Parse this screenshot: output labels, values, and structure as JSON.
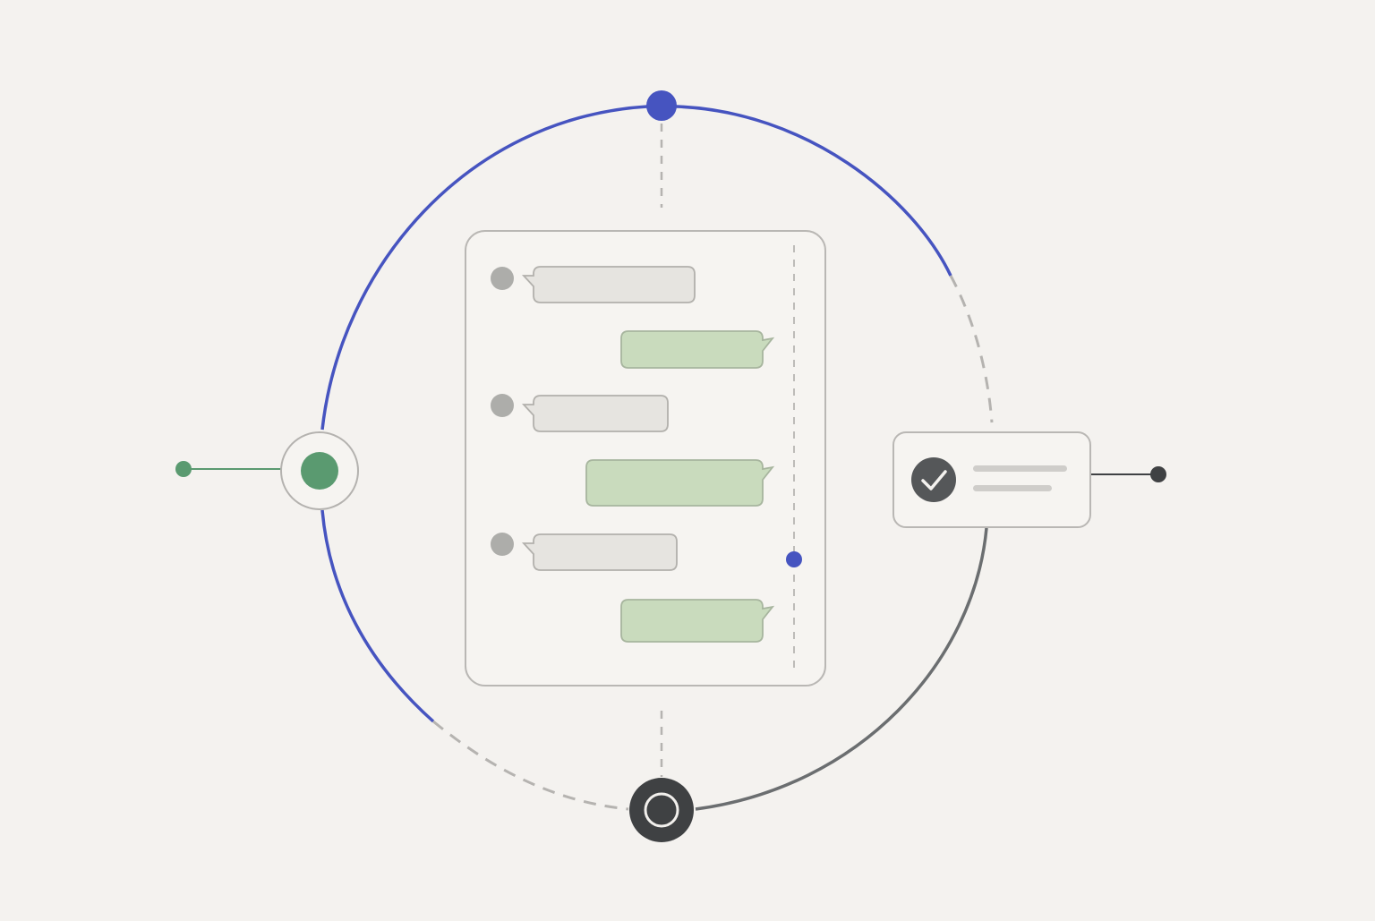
{
  "colors": {
    "background": "#f4f2ef",
    "blue_accent": "#4654c0",
    "green_accent": "#5a9a70",
    "dark_gray": "#555759",
    "panel_border": "#b9b7b4",
    "panel_fill": "#f6f4f1",
    "incoming_bubble": "#e6e4e0",
    "incoming_border": "#b2b0ac",
    "outgoing_bubble": "#c9dbbd",
    "outgoing_border": "#a7b59e",
    "avatar_gray": "#adadaa",
    "skeleton_line": "#cfcdca",
    "dashed_gray": "#b5b3b0"
  },
  "cycle": {
    "nodes": [
      {
        "name": "top-node",
        "style": "solid-blue"
      },
      {
        "name": "left-node",
        "style": "green-ring"
      },
      {
        "name": "bottom-node",
        "style": "dark-ring"
      },
      {
        "name": "right-node",
        "style": "status-card"
      }
    ],
    "arc_segments": [
      {
        "from": "top-node",
        "to": "left-node",
        "stroke": "blue",
        "style": "solid"
      },
      {
        "from": "top-node",
        "to": "right-node",
        "stroke": "blue-then-gray",
        "style": "solid-then-dashed"
      },
      {
        "from": "left-node",
        "to": "bottom-node",
        "stroke": "blue-then-gray",
        "style": "solid-then-dashed"
      },
      {
        "from": "right-node",
        "to": "bottom-node",
        "stroke": "dark-gray",
        "style": "solid"
      }
    ]
  },
  "chat_panel": {
    "messages": [
      {
        "side": "incoming",
        "has_avatar": true
      },
      {
        "side": "outgoing",
        "has_avatar": false
      },
      {
        "side": "incoming",
        "has_avatar": true
      },
      {
        "side": "outgoing",
        "has_avatar": false
      },
      {
        "side": "incoming",
        "has_avatar": true
      },
      {
        "side": "outgoing",
        "has_avatar": false
      }
    ],
    "timeline_marker_color": "#4654c0"
  },
  "status_card": {
    "icon": "checkmark-icon",
    "text_lines": 2
  }
}
